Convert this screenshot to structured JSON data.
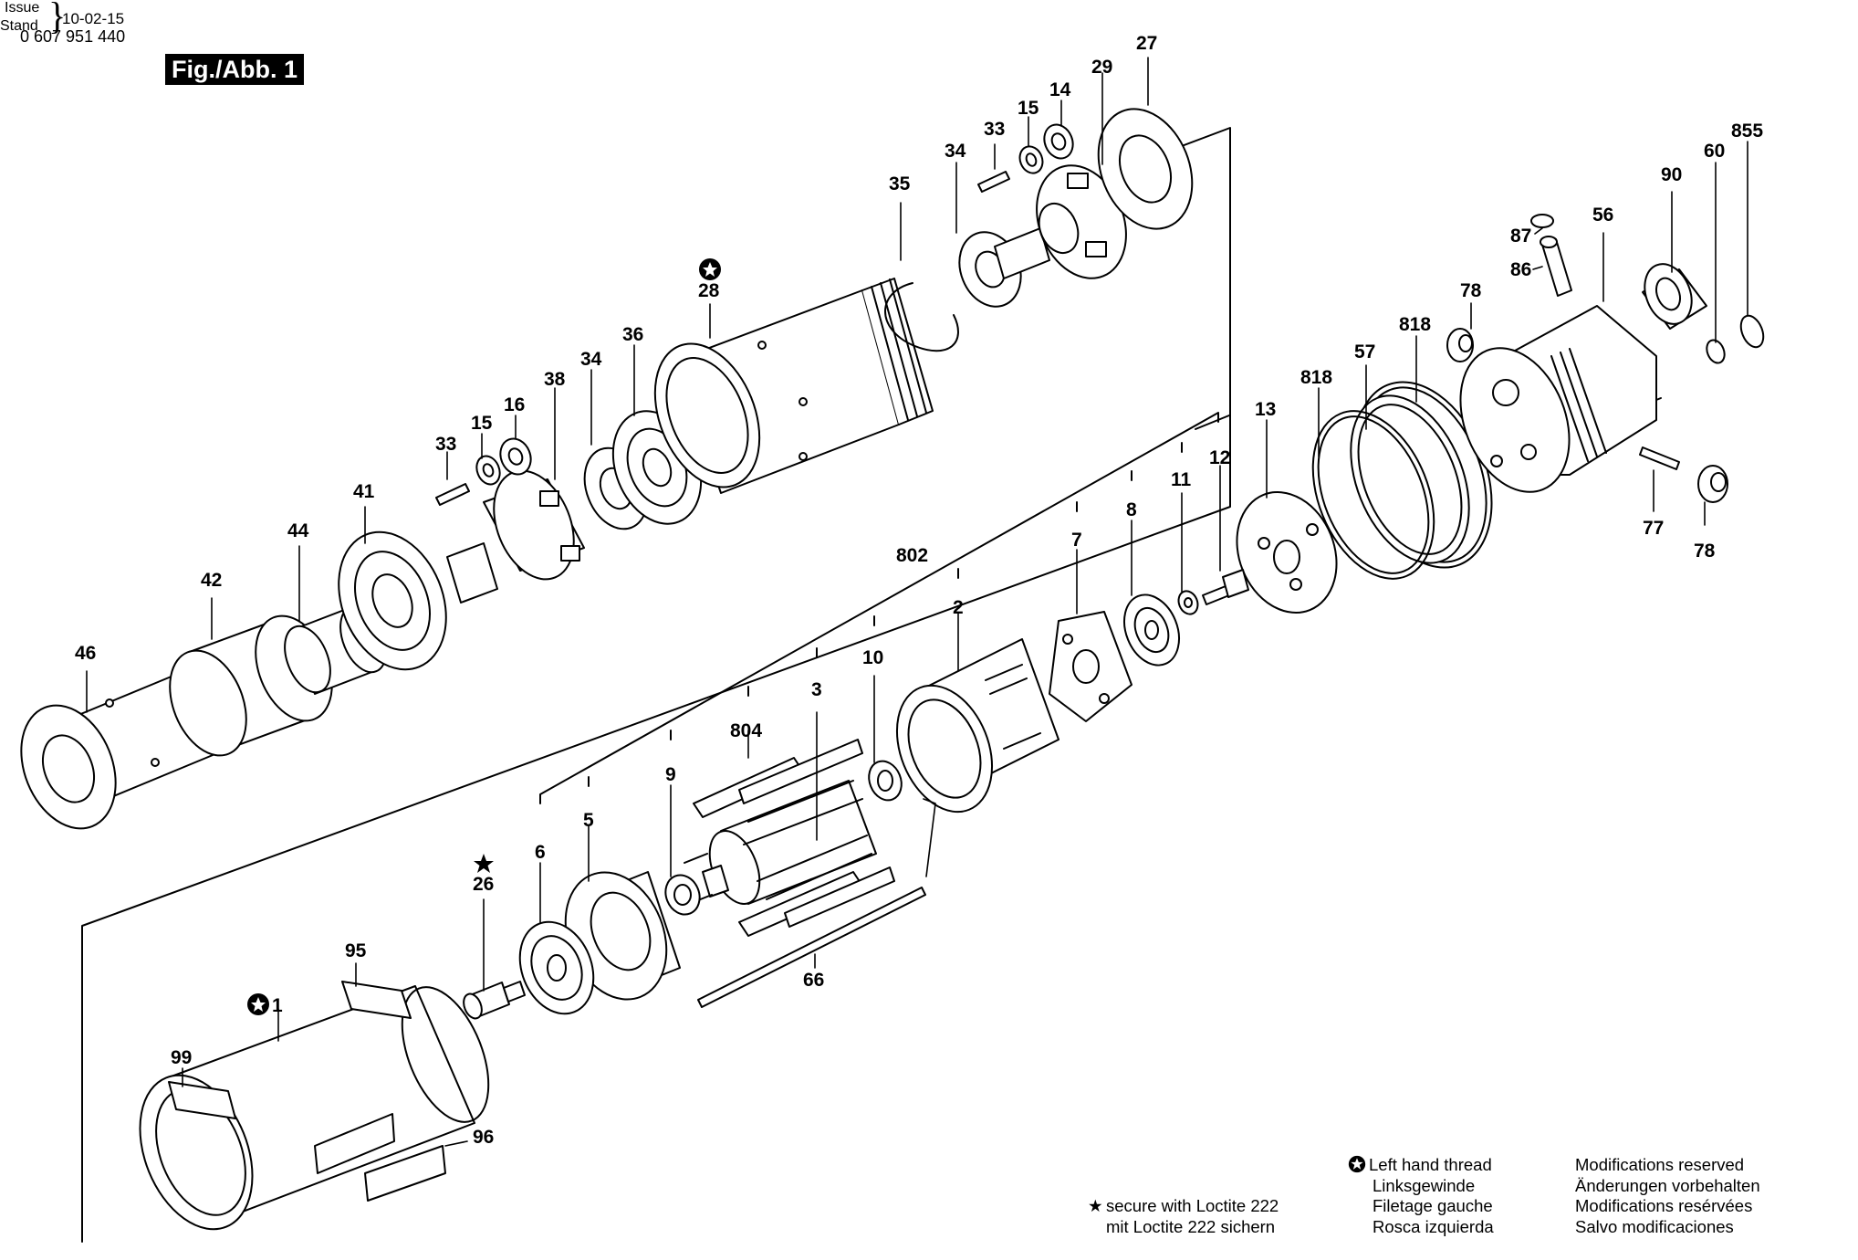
{
  "header": {
    "part_number": "0 607 951 440",
    "issue_label": "Issue",
    "stand_label": "Stand",
    "issue_date": "10-02-15",
    "figure_label": "Fig./Abb. 1"
  },
  "callouts": [
    {
      "id": "c27",
      "text": "27"
    },
    {
      "id": "c29",
      "text": "29"
    },
    {
      "id": "c14",
      "text": "14"
    },
    {
      "id": "c15a",
      "text": "15"
    },
    {
      "id": "c33a",
      "text": "33"
    },
    {
      "id": "c34a",
      "text": "34"
    },
    {
      "id": "c35",
      "text": "35"
    },
    {
      "id": "c28",
      "text": "28"
    },
    {
      "id": "c36",
      "text": "36"
    },
    {
      "id": "c34b",
      "text": "34"
    },
    {
      "id": "c38",
      "text": "38"
    },
    {
      "id": "c16",
      "text": "16"
    },
    {
      "id": "c15b",
      "text": "15"
    },
    {
      "id": "c33b",
      "text": "33"
    },
    {
      "id": "c41",
      "text": "41"
    },
    {
      "id": "c44",
      "text": "44"
    },
    {
      "id": "c42",
      "text": "42"
    },
    {
      "id": "c46",
      "text": "46"
    },
    {
      "id": "c855",
      "text": "855"
    },
    {
      "id": "c60",
      "text": "60"
    },
    {
      "id": "c90",
      "text": "90"
    },
    {
      "id": "c87",
      "text": "87"
    },
    {
      "id": "c56",
      "text": "56"
    },
    {
      "id": "c86",
      "text": "86"
    },
    {
      "id": "c78a",
      "text": "78"
    },
    {
      "id": "c818a",
      "text": "818"
    },
    {
      "id": "c57",
      "text": "57"
    },
    {
      "id": "c818b",
      "text": "818"
    },
    {
      "id": "c13",
      "text": "13"
    },
    {
      "id": "c12",
      "text": "12"
    },
    {
      "id": "c11",
      "text": "11"
    },
    {
      "id": "c8",
      "text": "8"
    },
    {
      "id": "c7",
      "text": "7"
    },
    {
      "id": "c802",
      "text": "802"
    },
    {
      "id": "c2",
      "text": "2"
    },
    {
      "id": "c77",
      "text": "77"
    },
    {
      "id": "c78b",
      "text": "78"
    },
    {
      "id": "c10",
      "text": "10"
    },
    {
      "id": "c3",
      "text": "3"
    },
    {
      "id": "c804",
      "text": "804"
    },
    {
      "id": "c9",
      "text": "9"
    },
    {
      "id": "c5",
      "text": "5"
    },
    {
      "id": "c6",
      "text": "6"
    },
    {
      "id": "c26",
      "text": "26"
    },
    {
      "id": "c66",
      "text": "66"
    },
    {
      "id": "c95",
      "text": "95"
    },
    {
      "id": "c1",
      "text": "1"
    },
    {
      "id": "c99",
      "text": "99"
    },
    {
      "id": "c96",
      "text": "96"
    }
  ],
  "legend": {
    "loctite": [
      "secure with Loctite 222",
      "mit Loctite 222 sichern"
    ],
    "left_hand_thread": [
      "Left hand thread",
      "Linksgewinde",
      "Filetage gauche",
      "Rosca izquierda"
    ],
    "modifications": [
      "Modifications reserved",
      "Änderungen vorbehalten",
      "Modifications resérvées",
      "Salvo modificaciones"
    ]
  }
}
